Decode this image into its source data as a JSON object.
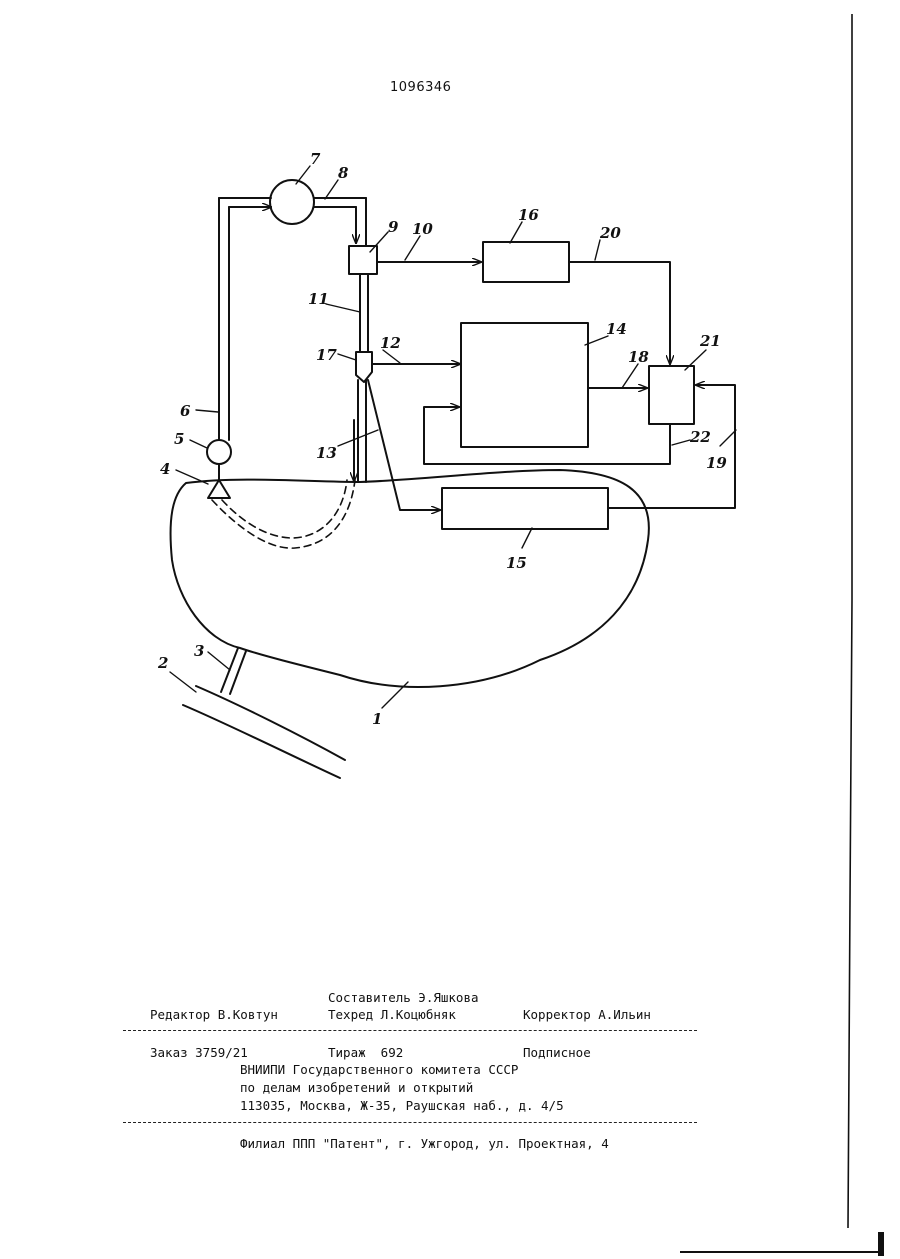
{
  "document": {
    "patent_number": "1096346"
  },
  "diagram_labels": {
    "l1": "1",
    "l2": "2",
    "l3": "3",
    "l4": "4",
    "l5": "5",
    "l6": "6",
    "l7": "7",
    "l8": "8",
    "l9": "9",
    "l10": "10",
    "l11": "11",
    "l12": "12",
    "l13": "13",
    "l14": "14",
    "l15": "15",
    "l16": "16",
    "l17": "17",
    "l18": "18",
    "l19": "19",
    "l20": "20",
    "l21": "21",
    "l22": "22"
  },
  "imprint": {
    "compiler": "Составитель Э.Яшкова",
    "editor": "Редактор В.Ковтун",
    "techeditor": "Техред Л.Коцюбняк",
    "corrector": "Корректор А.Ильин",
    "order": "Заказ 3759/21",
    "circulation": "Тираж  692",
    "subscription": "Подписное",
    "org_line1": "ВНИИПИ Государственного комитета СССР",
    "org_line2": "по делам изобретений и открытий",
    "org_line3": "113035, Москва, Ж-35, Раушская наб., д. 4/5",
    "branch": "Филиал ППП \"Патент\", г. Ужгород, ул. Проектная, 4"
  }
}
